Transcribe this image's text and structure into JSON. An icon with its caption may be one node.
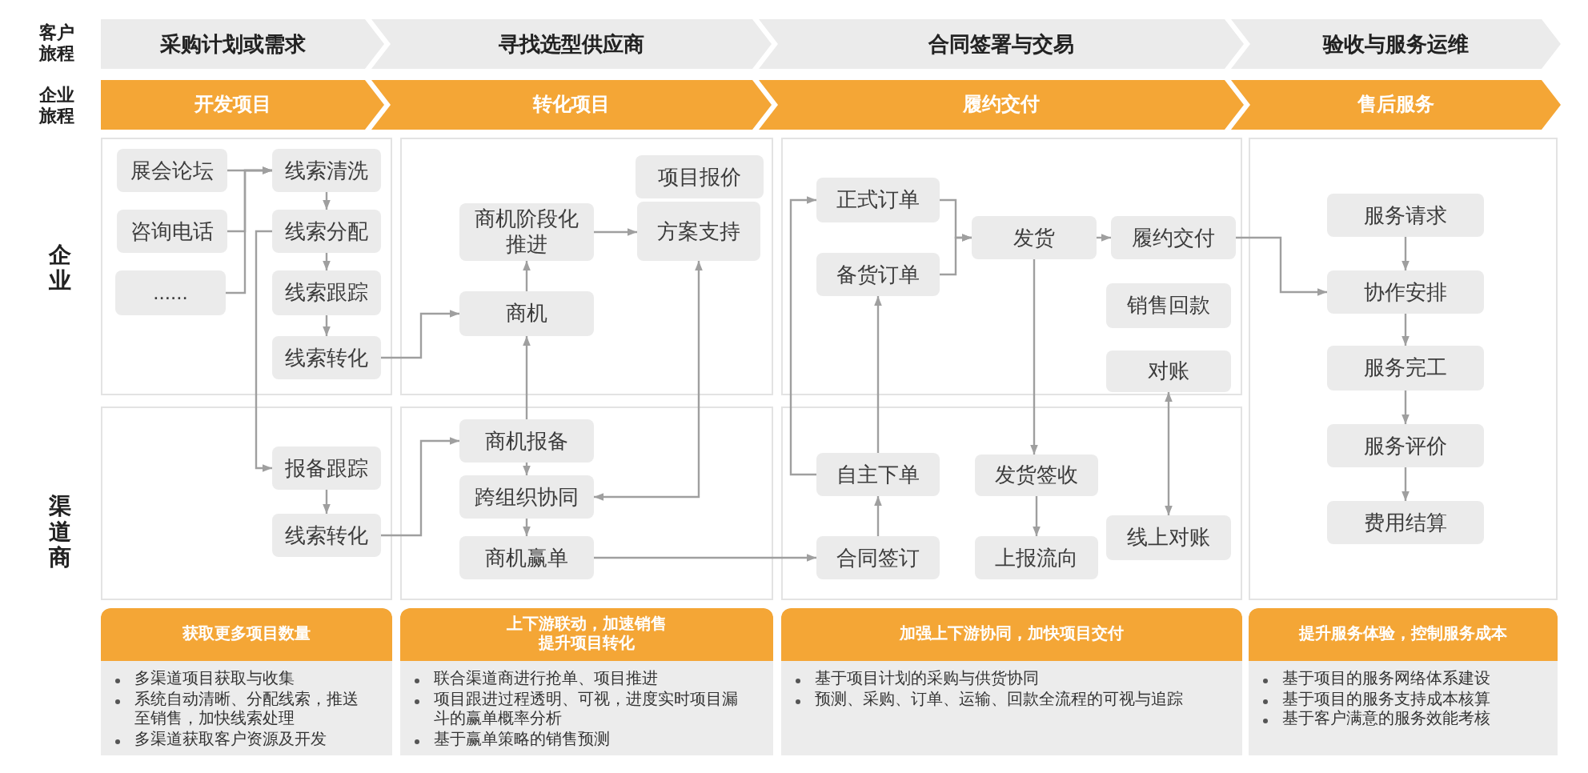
{
  "diagram": {
    "nodes": [
      {
        "text": [
          "采购计划或需求"
        ]
      },
      {
        "text": [
          "寻找选型供应商"
        ]
      },
      {
        "text": [
          "合同签署与交易"
        ]
      },
      {
        "text": [
          "验收与服务运维"
        ]
      },
      {
        "text": [
          "开发项目"
        ]
      },
      {
        "text": [
          "转化项目"
        ]
      },
      {
        "text": [
          "履约交付"
        ]
      },
      {
        "text": [
          "售后服务"
        ]
      },
      {
        "text": [
          "展会论坛"
        ]
      },
      {
        "text": [
          "咨询电话"
        ]
      },
      {
        "text": [
          "......"
        ]
      },
      {
        "text": [
          "线索清洗"
        ]
      },
      {
        "text": [
          "线索分配"
        ]
      },
      {
        "text": [
          "线索跟踪"
        ]
      },
      {
        "text": [
          "线索转化"
        ]
      },
      {
        "text": [
          "项目报价"
        ]
      },
      {
        "text": [
          "商机阶段化推进"
        ]
      },
      {
        "text": [
          "方案支持"
        ]
      },
      {
        "text": [
          "商机"
        ]
      },
      {
        "text": [
          "正式订单"
        ]
      },
      {
        "text": [
          "备货订单"
        ]
      },
      {
        "text": [
          "发货"
        ]
      },
      {
        "text": [
          "履约交付"
        ]
      },
      {
        "text": [
          "销售回款"
        ]
      },
      {
        "text": [
          "对账"
        ]
      },
      {
        "text": [
          "服务请求"
        ]
      },
      {
        "text": [
          "协作安排"
        ]
      },
      {
        "text": [
          "服务完工"
        ]
      },
      {
        "text": [
          "服务评价"
        ]
      },
      {
        "text": [
          "费用结算"
        ]
      },
      {
        "text": [
          "报备跟踪"
        ]
      },
      {
        "text": [
          "线索转化"
        ]
      },
      {
        "text": [
          "商机报备"
        ]
      },
      {
        "text": [
          "跨组织协同"
        ]
      },
      {
        "text": [
          "商机赢单"
        ]
      },
      {
        "text": [
          "自主下单"
        ]
      },
      {
        "text": [
          "发货签收"
        ]
      },
      {
        "text": [
          "合同签订"
        ]
      },
      {
        "text": [
          "上报流向"
        ]
      },
      {
        "text": [
          "线上对账"
        ]
      },
      {
        "text": [
          "获取更多项目数量",
          "多渠道项目获取与收集",
          "系统自动清晰、分配线索，推送至销售，加快线索处理",
          "多渠道获取客户资源及开发"
        ]
      },
      {
        "text": [
          "上下游联动，加速销售提升项目转化",
          "联合渠道商进行抢单、项目推进",
          "项目跟进过程透明、可视，进度实时项目漏斗的赢单概率分析",
          "基于赢单策略的销售预测"
        ]
      },
      {
        "text": [
          "加强上下游协同，加快项目交付",
          "基于项目计划的采购与供货协同",
          "预测、采购、订单、运输、回款全流程的可视与追踪"
        ]
      },
      {
        "text": [
          "提升服务体验，控制服务成本",
          "基于项目的服务网络体系建设",
          "基于项目的服务支持成本核算",
          "基于客户满意的服务效能考核"
        ]
      }
    ],
    "edges": [
      {
        "from": 8,
        "to": 11,
        "arrow": "to"
      },
      {
        "from": 9,
        "to": 11,
        "arrow": "to"
      },
      {
        "from": 10,
        "to": 11,
        "arrow": "to"
      },
      {
        "from": 11,
        "to": 12,
        "arrow": "to"
      },
      {
        "from": 12,
        "to": 13,
        "arrow": "to"
      },
      {
        "from": 13,
        "to": 14,
        "arrow": "to"
      },
      {
        "from": 12,
        "to": 30,
        "arrow": "to"
      },
      {
        "from": 14,
        "to": 18,
        "arrow": "to"
      },
      {
        "from": 18,
        "to": 16,
        "arrow": "to"
      },
      {
        "from": 16,
        "to": 17,
        "arrow": "to"
      },
      {
        "from": 33,
        "to": 17,
        "arrow": "both"
      },
      {
        "from": 32,
        "to": 18,
        "arrow": "to"
      },
      {
        "from": 30,
        "to": 31,
        "arrow": "to"
      },
      {
        "from": 31,
        "to": 32,
        "arrow": "to"
      },
      {
        "from": 32,
        "to": 33,
        "arrow": "to"
      },
      {
        "from": 33,
        "to": 34,
        "arrow": "to"
      },
      {
        "from": 34,
        "to": 37,
        "arrow": "to"
      },
      {
        "from": 37,
        "to": 35,
        "arrow": "to"
      },
      {
        "from": 35,
        "to": 19,
        "arrow": "to"
      },
      {
        "from": 35,
        "to": 20,
        "arrow": "to"
      },
      {
        "from": 19,
        "to": 21,
        "arrow": "to"
      },
      {
        "from": 20,
        "to": 21,
        "arrow": "to"
      },
      {
        "from": 21,
        "to": 22,
        "arrow": "to"
      },
      {
        "from": 21,
        "to": 36,
        "arrow": "to"
      },
      {
        "from": 36,
        "to": 38,
        "arrow": "to"
      },
      {
        "from": 24,
        "to": 39,
        "arrow": "both"
      },
      {
        "from": 22,
        "to": 26,
        "arrow": "to"
      },
      {
        "from": 25,
        "to": 26,
        "arrow": "to"
      },
      {
        "from": 26,
        "to": 27,
        "arrow": "to"
      },
      {
        "from": 27,
        "to": 28,
        "arrow": "to"
      },
      {
        "from": 28,
        "to": 29,
        "arrow": "to"
      }
    ],
    "labels": [
      "客户旅程",
      "企业旅程",
      "企业",
      "渠道商"
    ]
  }
}
